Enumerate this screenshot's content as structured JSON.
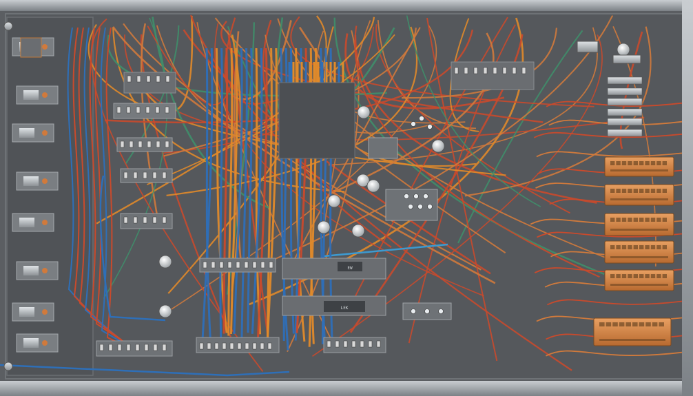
{
  "image": {
    "description_tags": [
      "electrical-panel",
      "wiring-harness",
      "terminal-blocks",
      "relays"
    ]
  },
  "colors": {
    "panel": "#5a5d61",
    "panel_dark": "#4a4d51",
    "frame": "#9aa0a6",
    "wire_red": "#c94a2c",
    "wire_copper": "#d07a3c",
    "wire_blue": "#2e6fb8",
    "wire_orange": "#e08a2a",
    "wire_green": "#3f8f6a",
    "module_orange": "#d8894a",
    "metal": "#b9bec3"
  },
  "labels": {
    "center_tag_1": "EW",
    "center_tag_2": "LEK"
  }
}
